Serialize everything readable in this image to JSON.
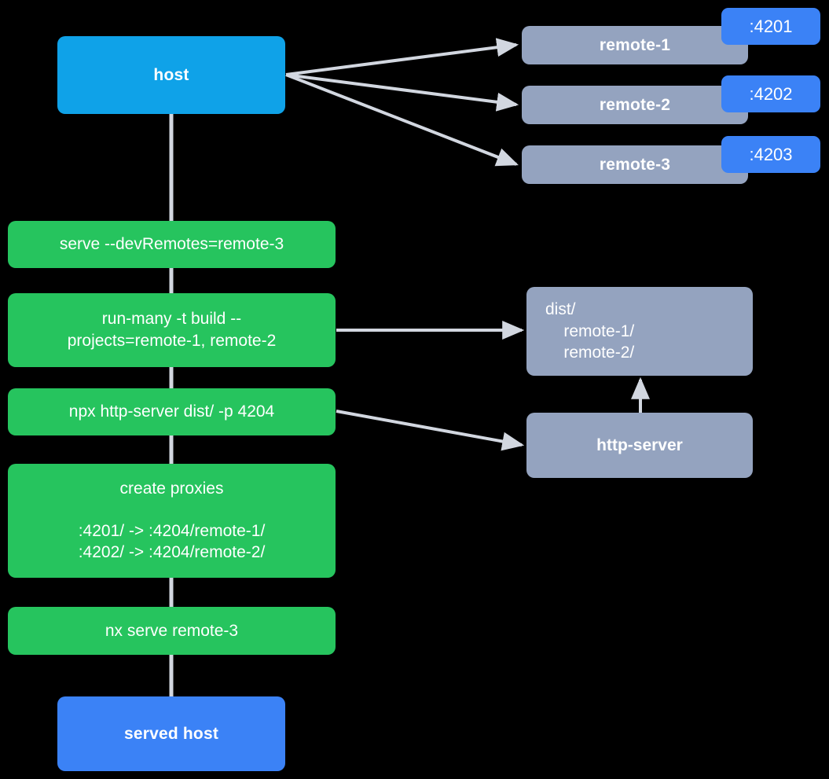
{
  "diagram": {
    "title": "Nx module federation host and remotes serve flow",
    "colors": {
      "background": "#000000",
      "host": "#0fa2e8",
      "served_host": "#3b82f6",
      "remote": "#94a3bf",
      "command": "#26c45e",
      "badge": "#3b82f6",
      "edge": "#d2d7e0",
      "text": "#ffffff"
    },
    "nodes": {
      "host": {
        "label": "host"
      },
      "served_host": {
        "label": "served host"
      },
      "remotes": [
        {
          "label": "remote-1",
          "port": ":4201"
        },
        {
          "label": "remote-2",
          "port": ":4202"
        },
        {
          "label": "remote-3",
          "port": ":4203"
        }
      ],
      "commands": [
        {
          "line1": "serve --devRemotes=remote-3",
          "line2": "",
          "line3": "",
          "line4": ""
        },
        {
          "line1": "run-many -t build --",
          "line2": "projects=remote-1, remote-2",
          "line3": "",
          "line4": ""
        },
        {
          "line1": "npx http-server dist/ -p 4204",
          "line2": "",
          "line3": "",
          "line4": ""
        },
        {
          "line1": "create proxies",
          "line2": ":4201/ -> :4204/remote-1/",
          "line3": ":4202/ -> :4204/remote-2/",
          "line4": ""
        },
        {
          "line1": "nx serve remote-3",
          "line2": "",
          "line3": "",
          "line4": ""
        }
      ],
      "dist": {
        "line1": "dist/",
        "line2": "    remote-1/",
        "line3": "    remote-2/"
      },
      "http_server": {
        "label": "http-server"
      }
    },
    "edges": [
      {
        "from": "host",
        "to": "remote-1",
        "kind": "arrow"
      },
      {
        "from": "host",
        "to": "remote-2",
        "kind": "arrow"
      },
      {
        "from": "host",
        "to": "remote-3",
        "kind": "arrow"
      },
      {
        "from": "host",
        "to": "served-host",
        "kind": "spine"
      },
      {
        "from": "run-many",
        "to": "dist",
        "kind": "arrow"
      },
      {
        "from": "npx-http-server",
        "to": "http-server",
        "kind": "arrow"
      },
      {
        "from": "http-server",
        "to": "dist",
        "kind": "arrow"
      }
    ]
  }
}
